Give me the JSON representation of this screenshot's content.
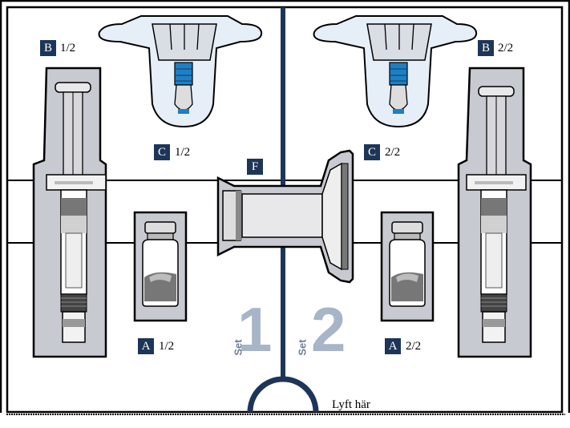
{
  "labels": {
    "b_left": {
      "letter": "B",
      "text": "1/2"
    },
    "b_right": {
      "letter": "B",
      "text": "2/2"
    },
    "c_left": {
      "letter": "C",
      "text": "1/2"
    },
    "c_right": {
      "letter": "C",
      "text": "2/2"
    },
    "a_left": {
      "letter": "A",
      "text": "1/2"
    },
    "a_right": {
      "letter": "A",
      "text": "2/2"
    },
    "f": {
      "letter": "F"
    }
  },
  "sets": {
    "word": "Set",
    "left_number": "1",
    "right_number": "2"
  },
  "lift_label": "Lyft här",
  "colors": {
    "label_bg": "#1d3557",
    "divider": "#1d3557",
    "tray": "#c8cad2",
    "set_number": "#a8b4c8",
    "set_word": "#6e7d96",
    "plunger_blue": "#1e7fc4"
  }
}
